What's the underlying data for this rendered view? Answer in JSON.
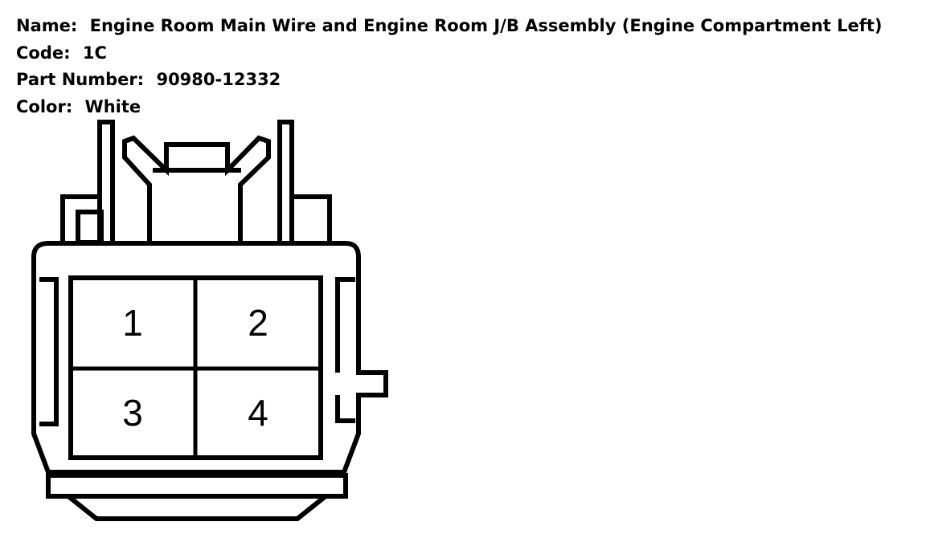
{
  "header": {
    "name_label": "Name:",
    "name_value": "Engine Room Main Wire and Engine Room J/B Assembly (Engine Compartment Left)",
    "code_label": "Code:",
    "code_value": "1C",
    "part_label": "Part Number:",
    "part_value": "90980-12332",
    "color_label": "Color:",
    "color_value": "White"
  },
  "connector": {
    "pins": [
      "1",
      "2",
      "3",
      "4"
    ],
    "stroke_color": "#000000",
    "fill_color": "#ffffff"
  }
}
